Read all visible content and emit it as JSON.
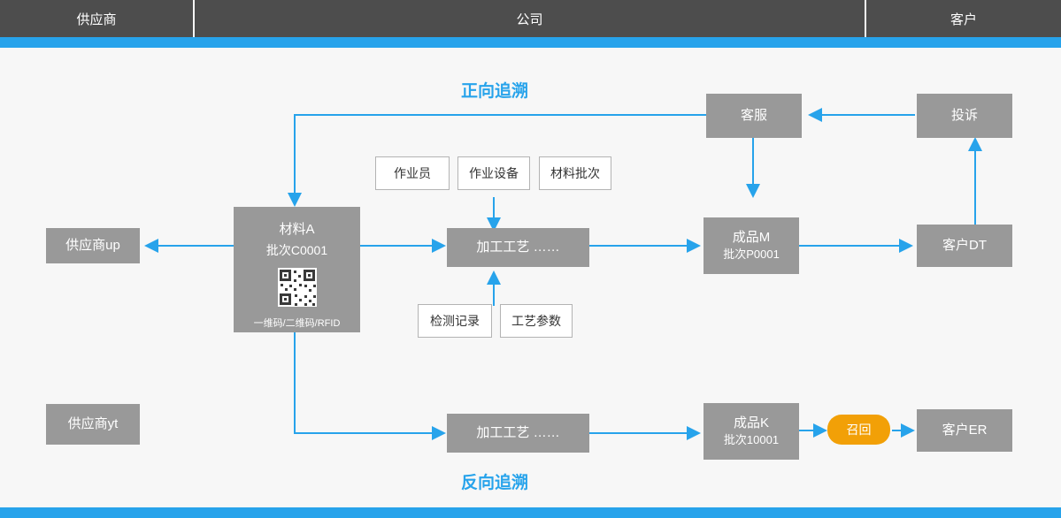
{
  "header": {
    "supplier": "供应商",
    "company": "公司",
    "customer": "客户"
  },
  "titles": {
    "forward": "正向追溯",
    "reverse": "反向追溯"
  },
  "nodes": {
    "supplier_up": "供应商up",
    "supplier_yt": "供应商yt",
    "material": {
      "name": "材料A",
      "batch": "批次C0001",
      "code_types": "一维码/二维码/RFID"
    },
    "process_top": "加工工艺  ……",
    "process_bottom": "加工工艺  ……",
    "product_m": {
      "name": "成品M",
      "batch": "批次P0001"
    },
    "product_k": {
      "name": "成品K",
      "batch": "批次10001"
    },
    "customer_service": "客服",
    "complaint": "投诉",
    "customer_dt": "客户DT",
    "customer_er": "客户ER",
    "recall": "召回"
  },
  "attributes": {
    "operator": "作业员",
    "equipment": "作业设备",
    "material_batch": "材料批次",
    "inspection_record": "检测记录",
    "process_parameter": "工艺参数"
  },
  "colors": {
    "accent": "#27a3eb",
    "node": "#999999",
    "header": "#4d4d4d",
    "recall": "#f2a007"
  }
}
